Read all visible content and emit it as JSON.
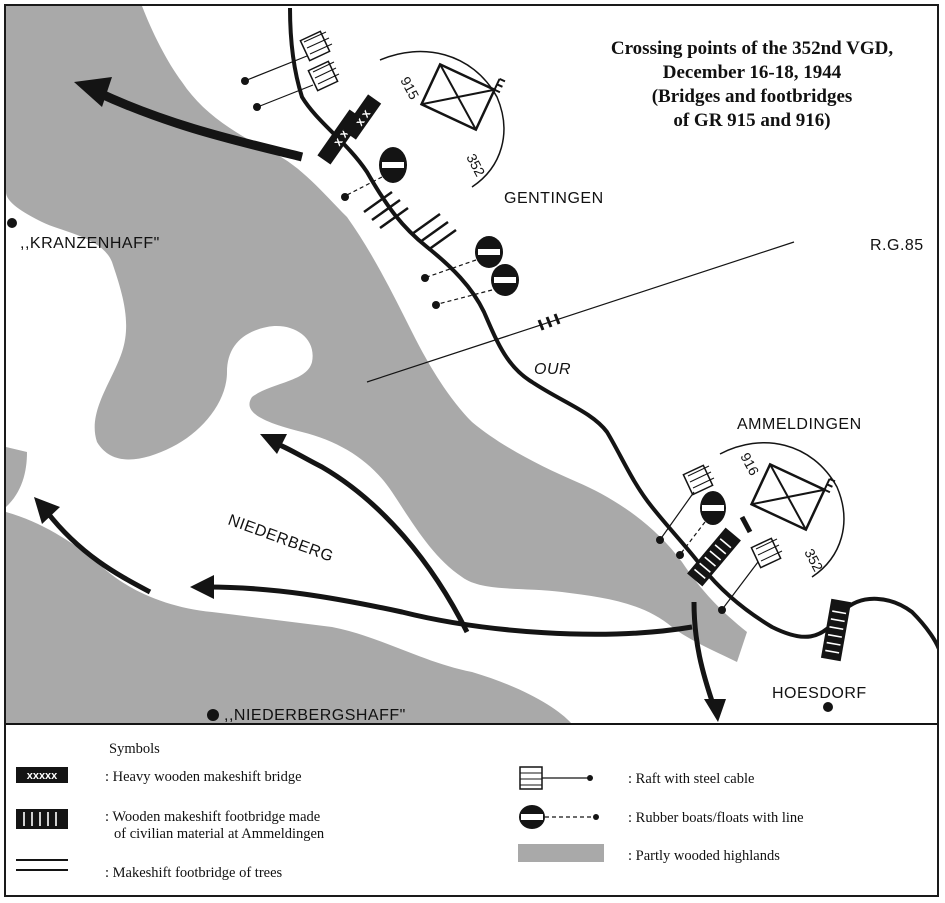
{
  "title": {
    "line1": "Crossing points of the 352nd VGD,",
    "line2": "December 16-18, 1944",
    "line3": "(Bridges and footbridges",
    "line4": "of GR 915 and 916)"
  },
  "places": {
    "gentingen": "GENTINGEN",
    "kranzenhaff": ",,KRANZENHAFF\"",
    "rg85": "R.G.85",
    "our": "OUR",
    "ammeldingen": "AMMELDINGEN",
    "niederberg": "NIEDERBERG",
    "hoesdorf": "HOESDORF",
    "niederbergshaff": ",,NIEDERBERGSHAFF\""
  },
  "units": [
    {
      "regiment": "915",
      "division": "352"
    },
    {
      "regiment": "916",
      "division": "352"
    }
  ],
  "legend": {
    "heading": "Symbols",
    "heavy_bridge": ": Heavy wooden makeshift bridge",
    "footbridge_line1": ": Wooden makeshift footbridge made",
    "footbridge_line2": "of civilian material at Ammeldingen",
    "trees_footbridge": ": Makeshift footbridge of trees",
    "raft": ": Raft with steel cable",
    "rubber_boats": ": Rubber boats/floats with line",
    "highlands": ": Partly wooded highlands"
  },
  "colors": {
    "highland": "#a9a9a9",
    "ink": "#141414",
    "paper": "#ffffff"
  }
}
